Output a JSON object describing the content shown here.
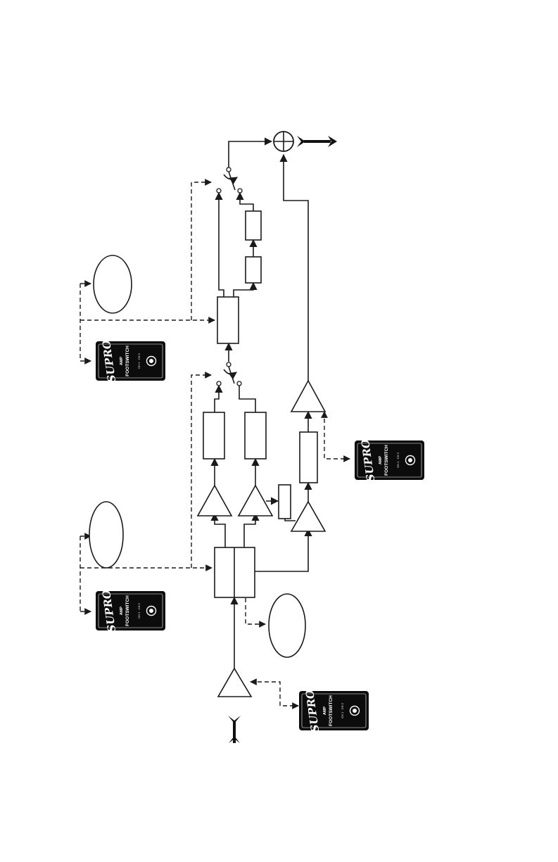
{
  "footswitch": {
    "logo_text": "SUPRO",
    "amp_label": "AMP",
    "footswitch_label": "FOOTSWITCH",
    "switch_markings": "CH 1 · CH 2"
  },
  "colors": {
    "line": "#1a1a1a",
    "pedal_body": "#0c0c0c",
    "pedal_text": "#ffffff",
    "background": "#ffffff"
  },
  "icons": [
    "input-arrow-icon",
    "output-arrow-icon",
    "summing-junction-icon",
    "selector-switch-icon",
    "footswitch-pedal-icon"
  ]
}
